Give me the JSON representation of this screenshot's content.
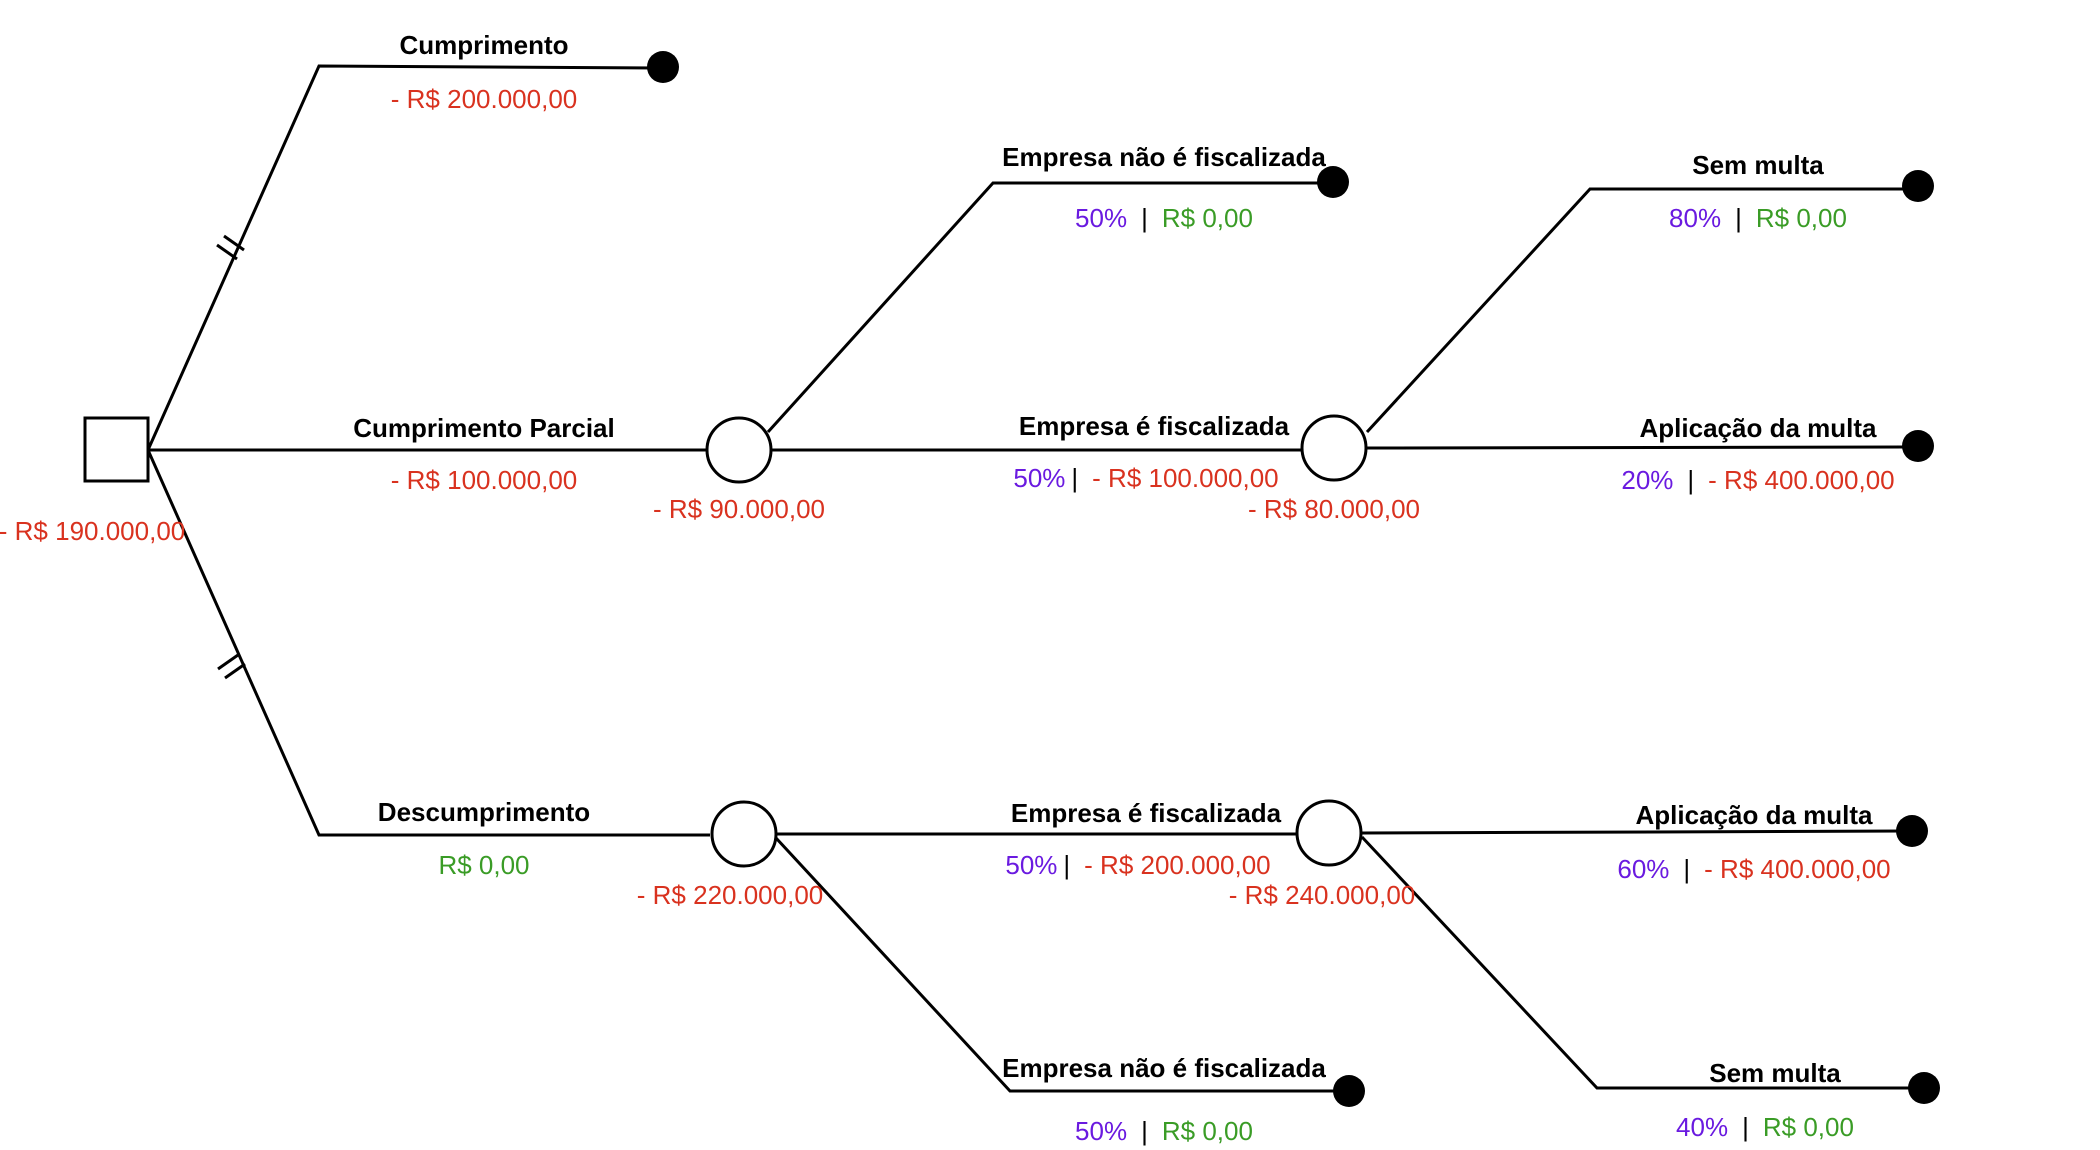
{
  "colors": {
    "negative": "#d9321f",
    "positive": "#3a9c26",
    "probability": "#6a1ae0",
    "line": "#000000"
  },
  "decision": {
    "expected_value": "- R$ 190.000,00"
  },
  "branches": {
    "cumprimento": {
      "label": "Cumprimento",
      "value": "- R$ 200.000,00"
    },
    "parcial": {
      "label": "Cumprimento Parcial",
      "value": "- R$ 100.000,00"
    },
    "descumprimento": {
      "label": "Descumprimento",
      "value": "R$ 0,00"
    }
  },
  "chance_nodes": {
    "parcial": {
      "expected_value": "- R$ 90.000,00"
    },
    "parcial_fiscalizada": {
      "expected_value": "- R$ 80.000,00"
    },
    "descumprimento": {
      "expected_value": "- R$ 220.000,00"
    },
    "descumprimento_fiscalizada": {
      "expected_value": "- R$ 240.000,00"
    }
  },
  "outcomes": {
    "p_nao_fisc": {
      "label": "Empresa não é fiscalizada",
      "prob": "50%",
      "sep": "|",
      "value": "R$ 0,00"
    },
    "p_fisc": {
      "label": "Empresa é fiscalizada",
      "prob": "50%",
      "sep": "|",
      "value": "- R$ 100.000,00"
    },
    "p_sem_multa": {
      "label": "Sem multa",
      "prob": "80%",
      "sep": "|",
      "value": "R$ 0,00"
    },
    "p_multa": {
      "label": "Aplicação da multa",
      "prob": "20%",
      "sep": "|",
      "value": "- R$ 400.000,00"
    },
    "d_fisc": {
      "label": "Empresa é fiscalizada",
      "prob": "50%",
      "sep": "|",
      "value": "- R$ 200.000,00"
    },
    "d_nao_fisc": {
      "label": "Empresa não é fiscalizada",
      "prob": "50%",
      "sep": "|",
      "value": "R$ 0,00"
    },
    "d_multa": {
      "label": "Aplicação da multa",
      "prob": "60%",
      "sep": "|",
      "value": "- R$ 400.000,00"
    },
    "d_sem_multa": {
      "label": "Sem multa",
      "prob": "40%",
      "sep": "|",
      "value": "R$ 0,00"
    }
  }
}
